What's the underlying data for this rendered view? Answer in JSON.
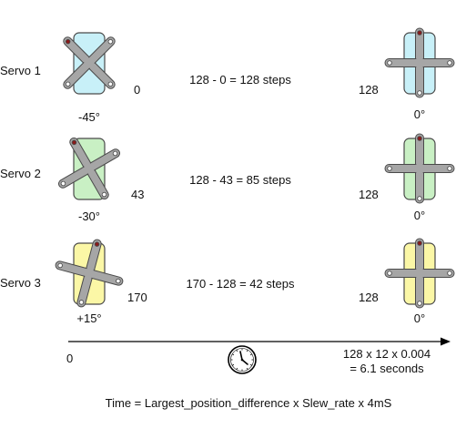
{
  "colors": {
    "arm_fill": "#a6a6a6",
    "arm_stroke": "#4a4a4a",
    "pivot_fill": "#ffffff",
    "screw_red": "#8b1a1a",
    "line": "#000000"
  },
  "servos": [
    {
      "label": "Servo 1",
      "body_color": "#c8f0f8",
      "start_angle_label": "-45°",
      "start_angle": -45,
      "start_position": "0",
      "calc": "128 - 0 = 128 steps",
      "end_position": "128",
      "end_angle_label": "0°",
      "end_angle": 0
    },
    {
      "label": "Servo 2",
      "body_color": "#c9f0c4",
      "start_angle_label": "-30°",
      "start_angle": -30,
      "start_position": "43",
      "calc": "128 - 43  = 85 steps",
      "end_position": "128",
      "end_angle_label": "0°",
      "end_angle": 0
    },
    {
      "label": "Servo 3",
      "body_color": "#fbf7a6",
      "start_angle_label": "+15°",
      "start_angle": 15,
      "start_position": "170",
      "calc": "170 - 128  = 42 steps",
      "end_position": "128",
      "end_angle_label": "0°",
      "end_angle": 0
    }
  ],
  "timeline": {
    "start_label": "0",
    "end_label_line1": "128 x 12 x 0.004",
    "end_label_line2": "= 6.1 seconds",
    "clock_icon": "clock-icon"
  },
  "formula": "Time = Largest_position_difference  x Slew_rate x 4mS"
}
